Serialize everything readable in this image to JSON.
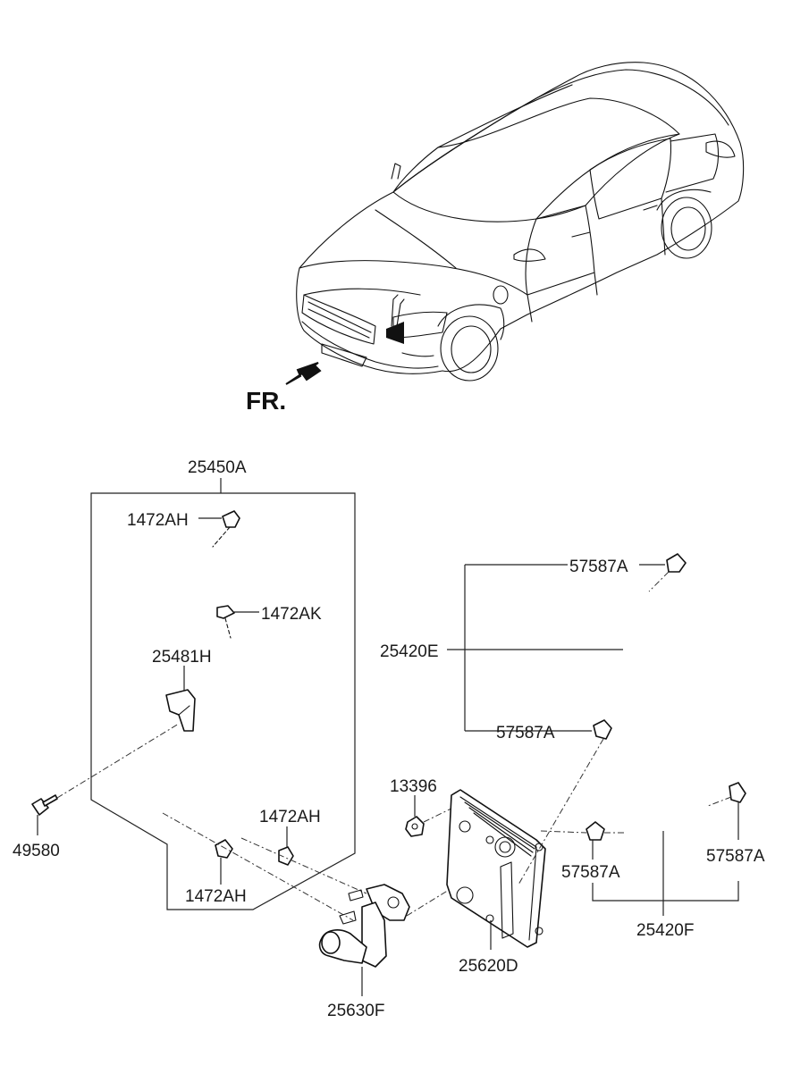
{
  "orientation": "FR.",
  "labels": {
    "hose_kit": "25450A",
    "clamp_ah_top": "1472AH",
    "clamp_ak": "1472AK",
    "bracket": "25481H",
    "bolt": "49580",
    "clamp_ah_lower_right": "1472AH",
    "clamp_ah_lower_left": "1472AH",
    "thermostat_housing": "25630F",
    "nut": "13396",
    "oil_cooler": "25620D",
    "hose_upper": "25420E",
    "clamp_upper_top": "57587A",
    "clamp_upper_bottom": "57587A",
    "hose_lower": "25420F",
    "clamp_lower_left": "57587A",
    "clamp_lower_right": "57587A"
  }
}
